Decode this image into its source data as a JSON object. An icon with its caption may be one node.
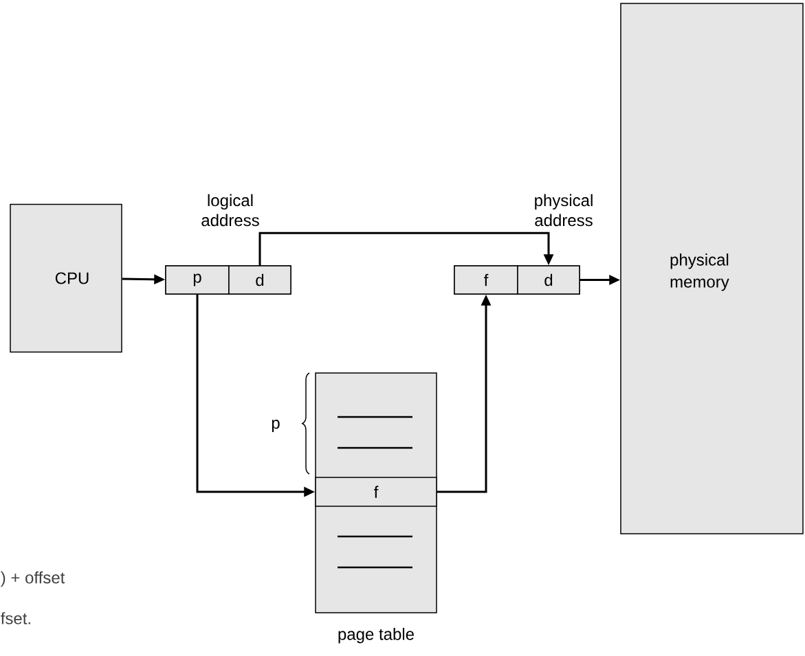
{
  "diagram": {
    "nodes": [
      {
        "text": [
          "CPU"
        ]
      },
      {
        "text": [
          "logical address"
        ]
      },
      {
        "text": [
          "p"
        ],
        "in": 1
      },
      {
        "text": [
          "d"
        ],
        "in": 1
      },
      {
        "text": [
          "physical address"
        ]
      },
      {
        "text": [
          "f"
        ],
        "in": 4
      },
      {
        "text": [
          "d"
        ],
        "in": 4
      },
      {
        "text": [
          "page table"
        ]
      },
      {
        "text": [
          "f"
        ],
        "in": 7
      },
      {
        "text": [
          "physical memory"
        ]
      }
    ],
    "edges": [
      {
        "from": 0,
        "to": 2,
        "arrow": "to"
      },
      {
        "from": 3,
        "to": 6,
        "arrow": "to"
      },
      {
        "from": 2,
        "to": 8,
        "arrow": "to"
      },
      {
        "from": 8,
        "to": 5,
        "arrow": "to"
      },
      {
        "from": 6,
        "to": 9,
        "arrow": "to"
      }
    ],
    "labels": [
      "p",
      ") + offset",
      "fset."
    ]
  }
}
